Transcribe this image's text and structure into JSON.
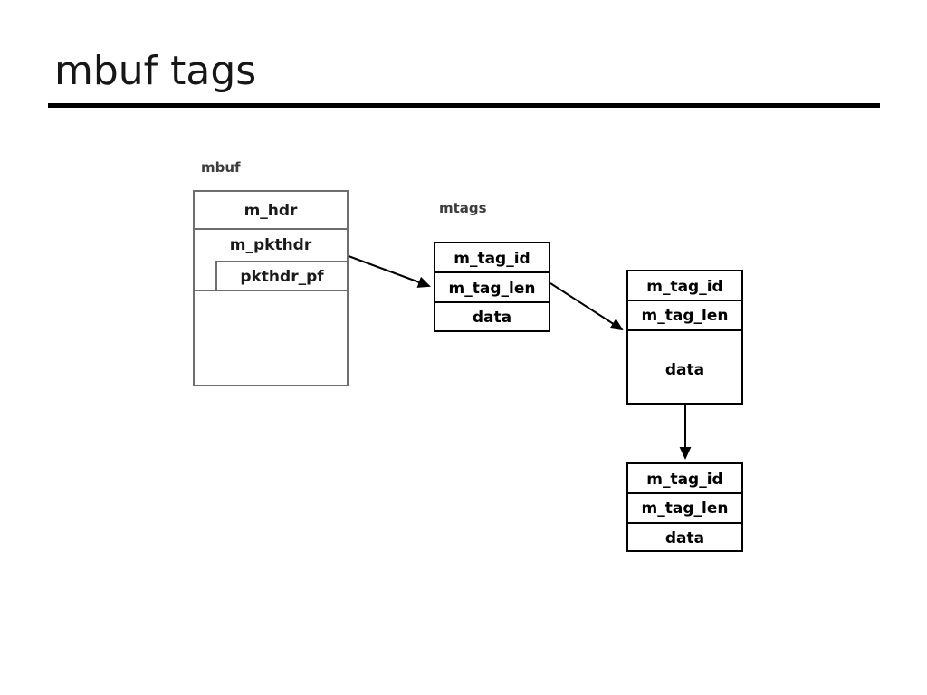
{
  "slide": {
    "title": "mbuf tags"
  },
  "diagram": {
    "captions": {
      "mbuf": "mbuf",
      "mtags": "mtags"
    },
    "mbuf": {
      "rows": [
        {
          "label": "m_hdr"
        },
        {
          "label": "m_pkthdr"
        },
        {
          "label": "pkthdr_pf"
        },
        {
          "label": ""
        }
      ]
    },
    "mtags": [
      {
        "name": "mtag-1",
        "rows": [
          {
            "label": "m_tag_id"
          },
          {
            "label": "m_tag_len"
          },
          {
            "label": "data"
          }
        ]
      },
      {
        "name": "mtag-2",
        "rows": [
          {
            "label": "m_tag_id"
          },
          {
            "label": "m_tag_len"
          },
          {
            "label": "data"
          }
        ]
      },
      {
        "name": "mtag-3",
        "rows": [
          {
            "label": "m_tag_id"
          },
          {
            "label": "m_tag_len"
          },
          {
            "label": "data"
          }
        ]
      }
    ],
    "arrows": [
      {
        "name": "mbuf-to-mtag-1",
        "from": "m_pkthdr",
        "to": "m_tag_id"
      },
      {
        "name": "mtag-1-to-mtag-2",
        "from": "m_tag_len",
        "to": "m_tag_id"
      },
      {
        "name": "mtag-2-to-mtag-3",
        "from": "data",
        "to": "m_tag_id"
      }
    ]
  },
  "colors": {
    "rule": "#000000",
    "mbuf_border": "#6e6e6e",
    "mtag_border": "#000000",
    "caption_text": "#3d3d3d",
    "title_text": "#161616",
    "background": "#ffffff"
  }
}
